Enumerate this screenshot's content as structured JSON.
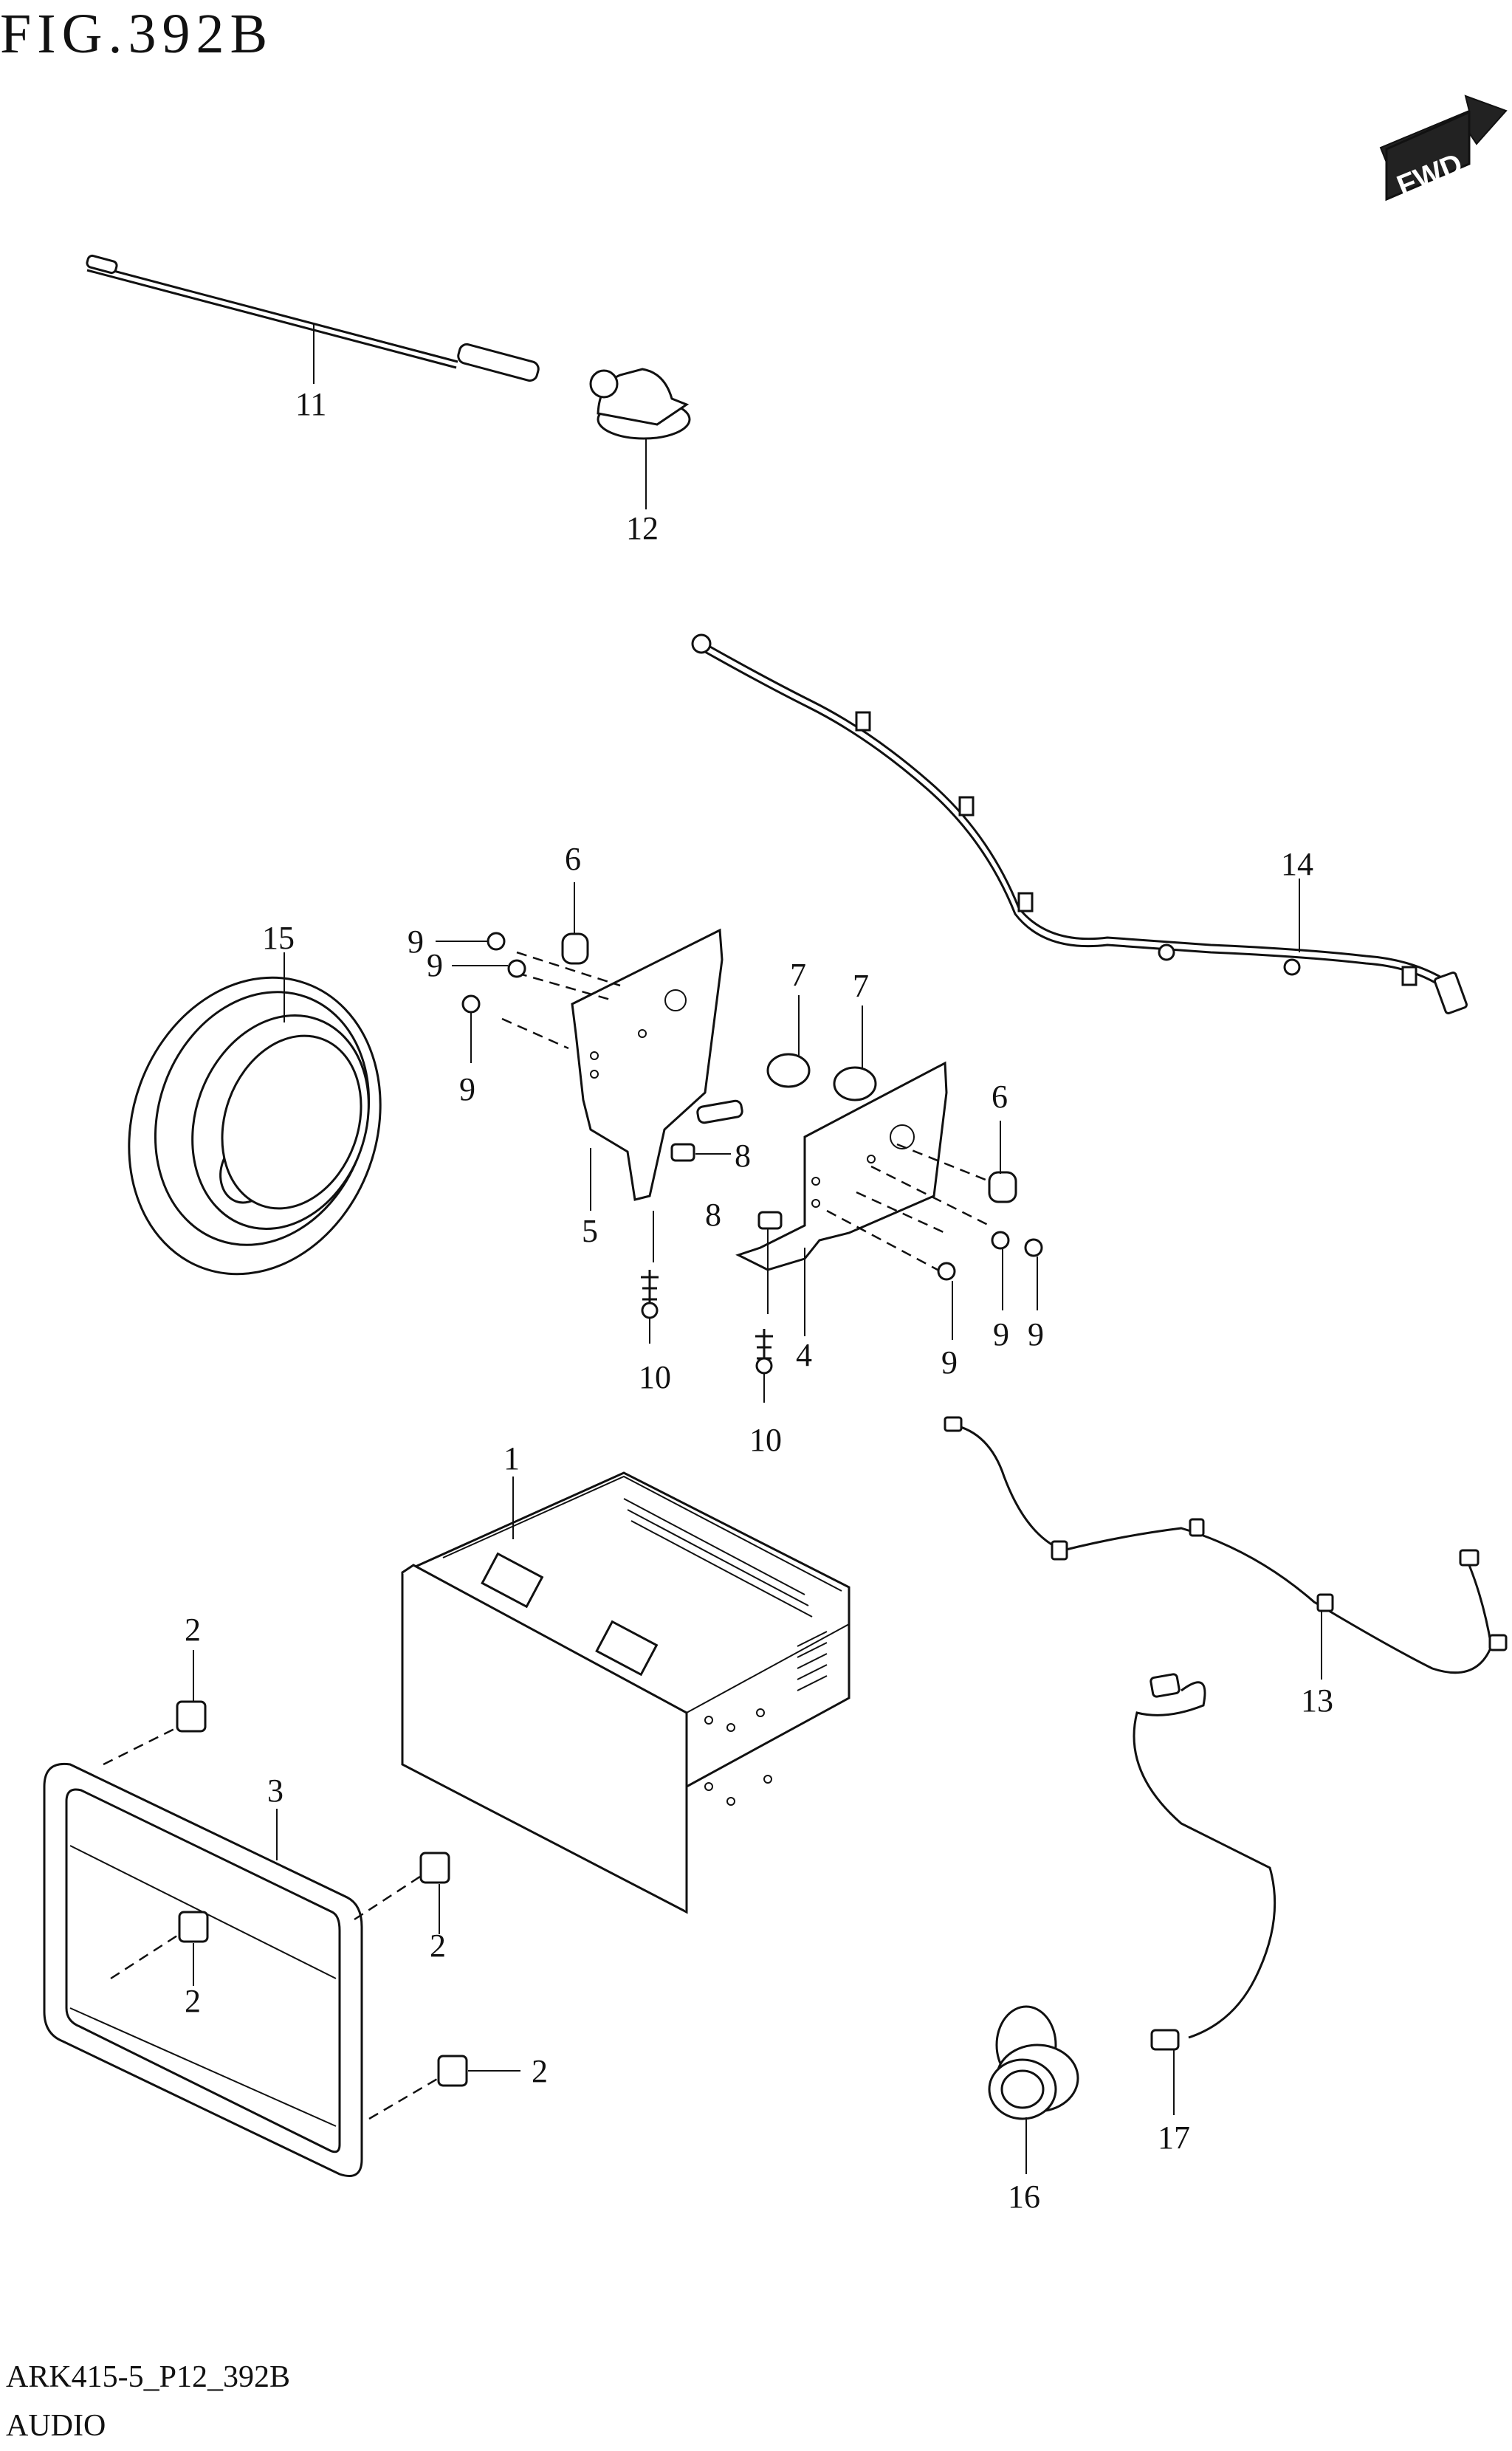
{
  "figure": {
    "title": "FIG.392B",
    "footer_code": "ARK415-5_P12_392B",
    "footer_name": "AUDIO",
    "fwd_label": "FWD"
  },
  "callouts": {
    "c1": "1",
    "c2a": "2",
    "c2b": "2",
    "c2c": "2",
    "c2d": "2",
    "c3": "3",
    "c4": "4",
    "c5": "5",
    "c6a": "6",
    "c6b": "6",
    "c7a": "7",
    "c7b": "7",
    "c8a": "8",
    "c8b": "8",
    "c9a": "9",
    "c9b": "9",
    "c9c": "9",
    "c9d": "9",
    "c9e": "9",
    "c9f": "9",
    "c10a": "10",
    "c10b": "10",
    "c11": "11",
    "c12": "12",
    "c13": "13",
    "c14": "14",
    "c15": "15",
    "c16": "16",
    "c17": "17"
  }
}
